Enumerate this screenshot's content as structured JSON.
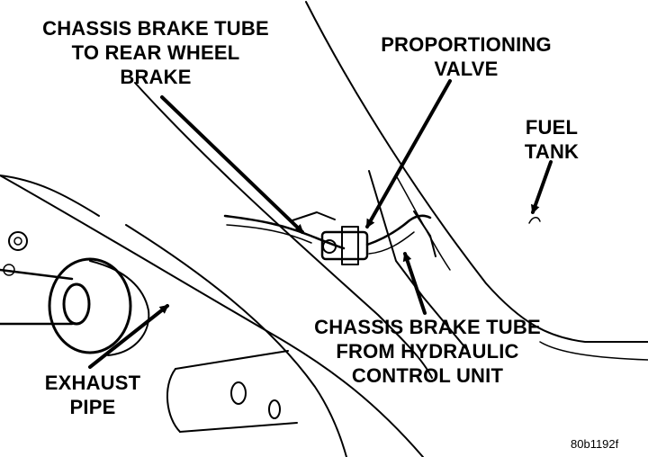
{
  "labels": {
    "rear_tube": [
      "CHASSIS BRAKE TUBE",
      "TO REAR WHEEL",
      "BRAKE"
    ],
    "valve": [
      "PROPORTIONING",
      "VALVE"
    ],
    "fuel_tank": [
      "FUEL",
      "TANK"
    ],
    "hcu_tube": [
      "CHASSIS BRAKE TUBE",
      "FROM HYDRAULIC",
      "CONTROL UNIT"
    ],
    "exhaust": [
      "EXHAUST",
      "PIPE"
    ]
  },
  "figure_code": "80b1192f",
  "colors": {
    "ink": "#000000",
    "paper": "#ffffff"
  }
}
